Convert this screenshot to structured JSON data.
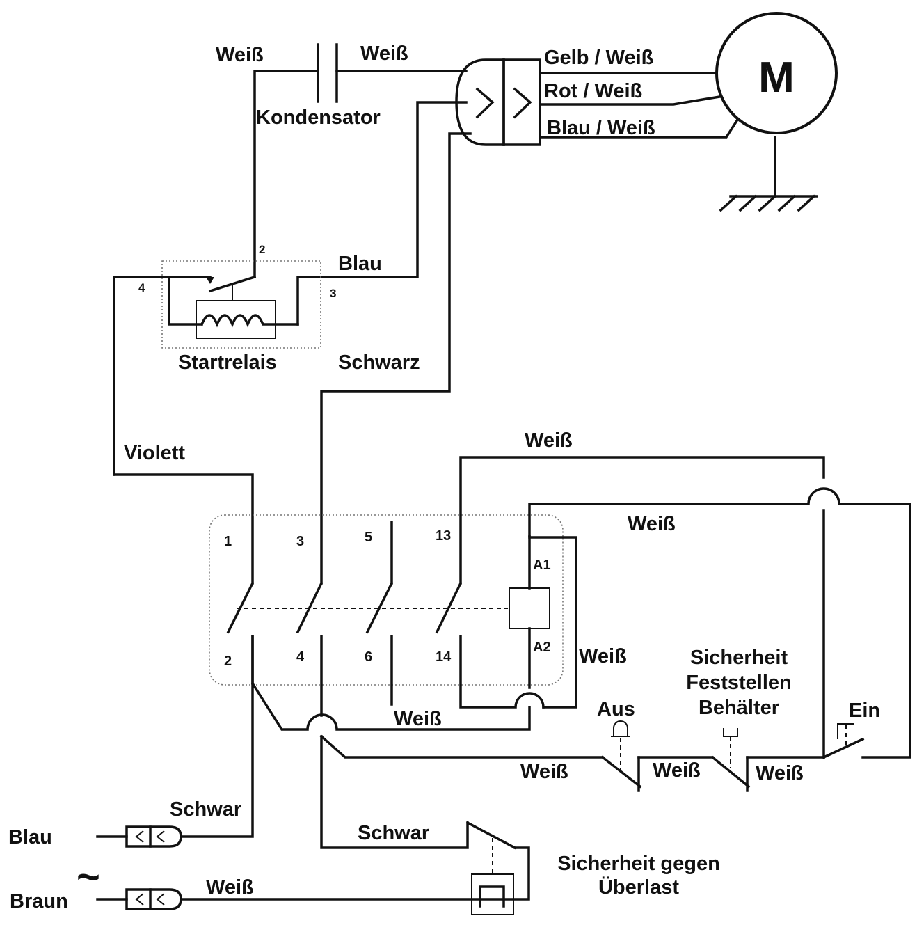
{
  "labels": {
    "weiss_left": "Weiß",
    "weiss_right": "Weiß",
    "kondensator": "Kondensator",
    "gelb_weiss": "Gelb / Weiß",
    "rot_weiss": "Rot / Weiß",
    "blau_weiss": "Blau / Weiß",
    "motor": "M",
    "blau_wire": "Blau",
    "startrelais": "Startrelais",
    "schwarz": "Schwarz",
    "violett": "Violett",
    "weiss_top": "Weiß",
    "weiss_a1": "Weiß",
    "weiss_a2": "Weiß",
    "weiss_bottom_mid": "Weiß",
    "weiss_aus": "Weiß",
    "weiss_mid": "Weiß",
    "weiss_ein": "Weiß",
    "aus": "Aus",
    "sicherheit_1": "Sicherheit",
    "sicherheit_2": "Feststellen",
    "sicherheit_3": "Behälter",
    "ein": "Ein",
    "schwar_left": "Schwar",
    "schwar_mid": "Schwar",
    "blau_plug": "Blau",
    "tilde": "~",
    "braun_plug": "Braun",
    "weiss_plug": "Weiß",
    "ueberlast_1": "Sicherheit gegen",
    "ueberlast_2": "Überlast",
    "plug_symbol": "<<"
  },
  "relay_pins": {
    "p2": "2",
    "p4": "4",
    "p3": "3"
  },
  "contactor_pins": {
    "t1": "1",
    "t3": "3",
    "t5": "5",
    "t13": "13",
    "b2": "2",
    "b4": "4",
    "b6": "6",
    "b14": "14",
    "a1": "A1",
    "a2": "A2"
  }
}
